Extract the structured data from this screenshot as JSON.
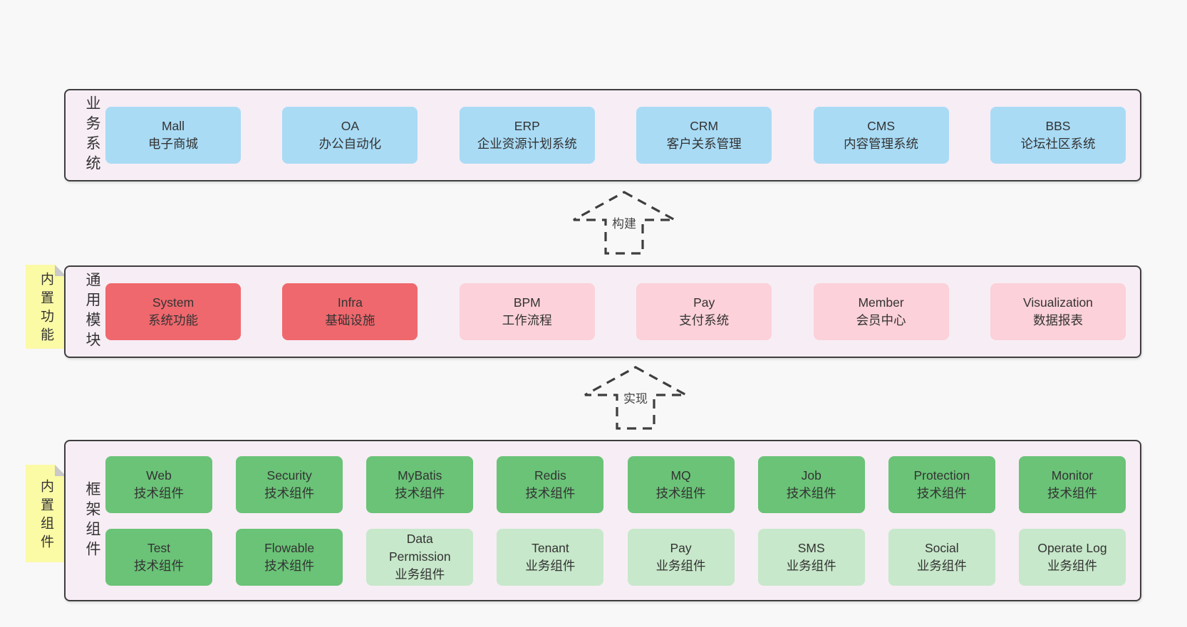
{
  "diagram": {
    "title_hint": "software architecture layers diagram",
    "colors": {
      "page_background": "#f8f8f8",
      "section_background": "#f7edf5",
      "section_border": "#3e3e3e",
      "box_blue": "#a9dbf5",
      "box_red": "#ef686d",
      "box_pink": "#fcd1d9",
      "box_green": "#6ac377",
      "box_light_green": "#c7e8ca",
      "note_yellow": "#fbfaa5",
      "note_fold_gray": "#c9c9c9",
      "text": "#333333"
    },
    "arrows": [
      {
        "label": "构建"
      },
      {
        "label": "实现"
      }
    ],
    "sections": [
      {
        "side_label": "业务系统",
        "note": "",
        "rows": [
          [
            {
              "title": "Mall",
              "subtitle": "电子商城"
            },
            {
              "title": "OA",
              "subtitle": "办公自动化"
            },
            {
              "title": "ERP",
              "subtitle": "企业资源计划系统"
            },
            {
              "title": "CRM",
              "subtitle": "客户关系管理"
            },
            {
              "title": "CMS",
              "subtitle": "内容管理系统"
            },
            {
              "title": "BBS",
              "subtitle": "论坛社区系统"
            }
          ]
        ]
      },
      {
        "side_label": "通用模块",
        "note": "内置功能",
        "rows": [
          [
            {
              "title": "System",
              "subtitle": "系统功能"
            },
            {
              "title": "Infra",
              "subtitle": "基础设施"
            },
            {
              "title": "BPM",
              "subtitle": "工作流程"
            },
            {
              "title": "Pay",
              "subtitle": "支付系统"
            },
            {
              "title": "Member",
              "subtitle": "会员中心"
            },
            {
              "title": "Visualization",
              "subtitle": "数据报表"
            }
          ]
        ]
      },
      {
        "side_label": "框架组件",
        "note": "内置组件",
        "rows": [
          [
            {
              "title": "Web",
              "subtitle": "技术组件"
            },
            {
              "title": "Security",
              "subtitle": "技术组件"
            },
            {
              "title": "MyBatis",
              "subtitle": "技术组件"
            },
            {
              "title": "Redis",
              "subtitle": "技术组件"
            },
            {
              "title": "MQ",
              "subtitle": "技术组件"
            },
            {
              "title": "Job",
              "subtitle": "技术组件"
            },
            {
              "title": "Protection",
              "subtitle": "技术组件"
            },
            {
              "title": "Monitor",
              "subtitle": "技术组件"
            }
          ],
          [
            {
              "title": "Test",
              "subtitle": "技术组件"
            },
            {
              "title": "Flowable",
              "subtitle": "技术组件"
            },
            {
              "title": "Data Permission",
              "subtitle": "业务组件"
            },
            {
              "title": "Tenant",
              "subtitle": "业务组件"
            },
            {
              "title": "Pay",
              "subtitle": "业务组件"
            },
            {
              "title": "SMS",
              "subtitle": "业务组件"
            },
            {
              "title": "Social",
              "subtitle": "业务组件"
            },
            {
              "title": "Operate Log",
              "subtitle": "业务组件"
            }
          ]
        ]
      }
    ]
  }
}
